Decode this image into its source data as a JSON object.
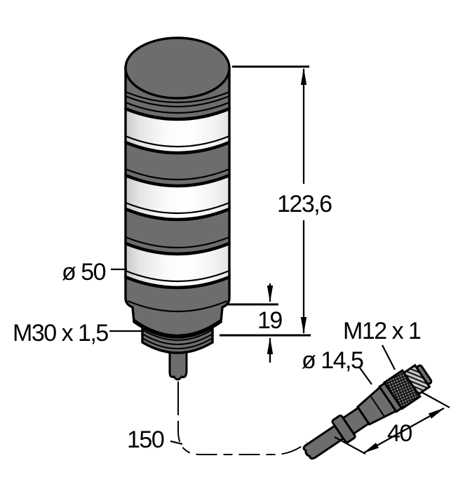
{
  "drawing": {
    "title": "Signal tower light dimension drawing",
    "type": "technical-dimension-drawing",
    "background_color": "#ffffff",
    "line_color": "#000000",
    "body_color": "#6d6d6d",
    "lens_color": "#ffffff"
  },
  "labels": {
    "overall_height": "123,6",
    "tower_diameter": "ø 50",
    "mounting_thread": "M30 x 1,5",
    "thread_section_height": "19",
    "cable_length": "150",
    "connector_thread": "M12 x 1",
    "connector_diameter": "ø 14,5",
    "connector_length": "40"
  }
}
